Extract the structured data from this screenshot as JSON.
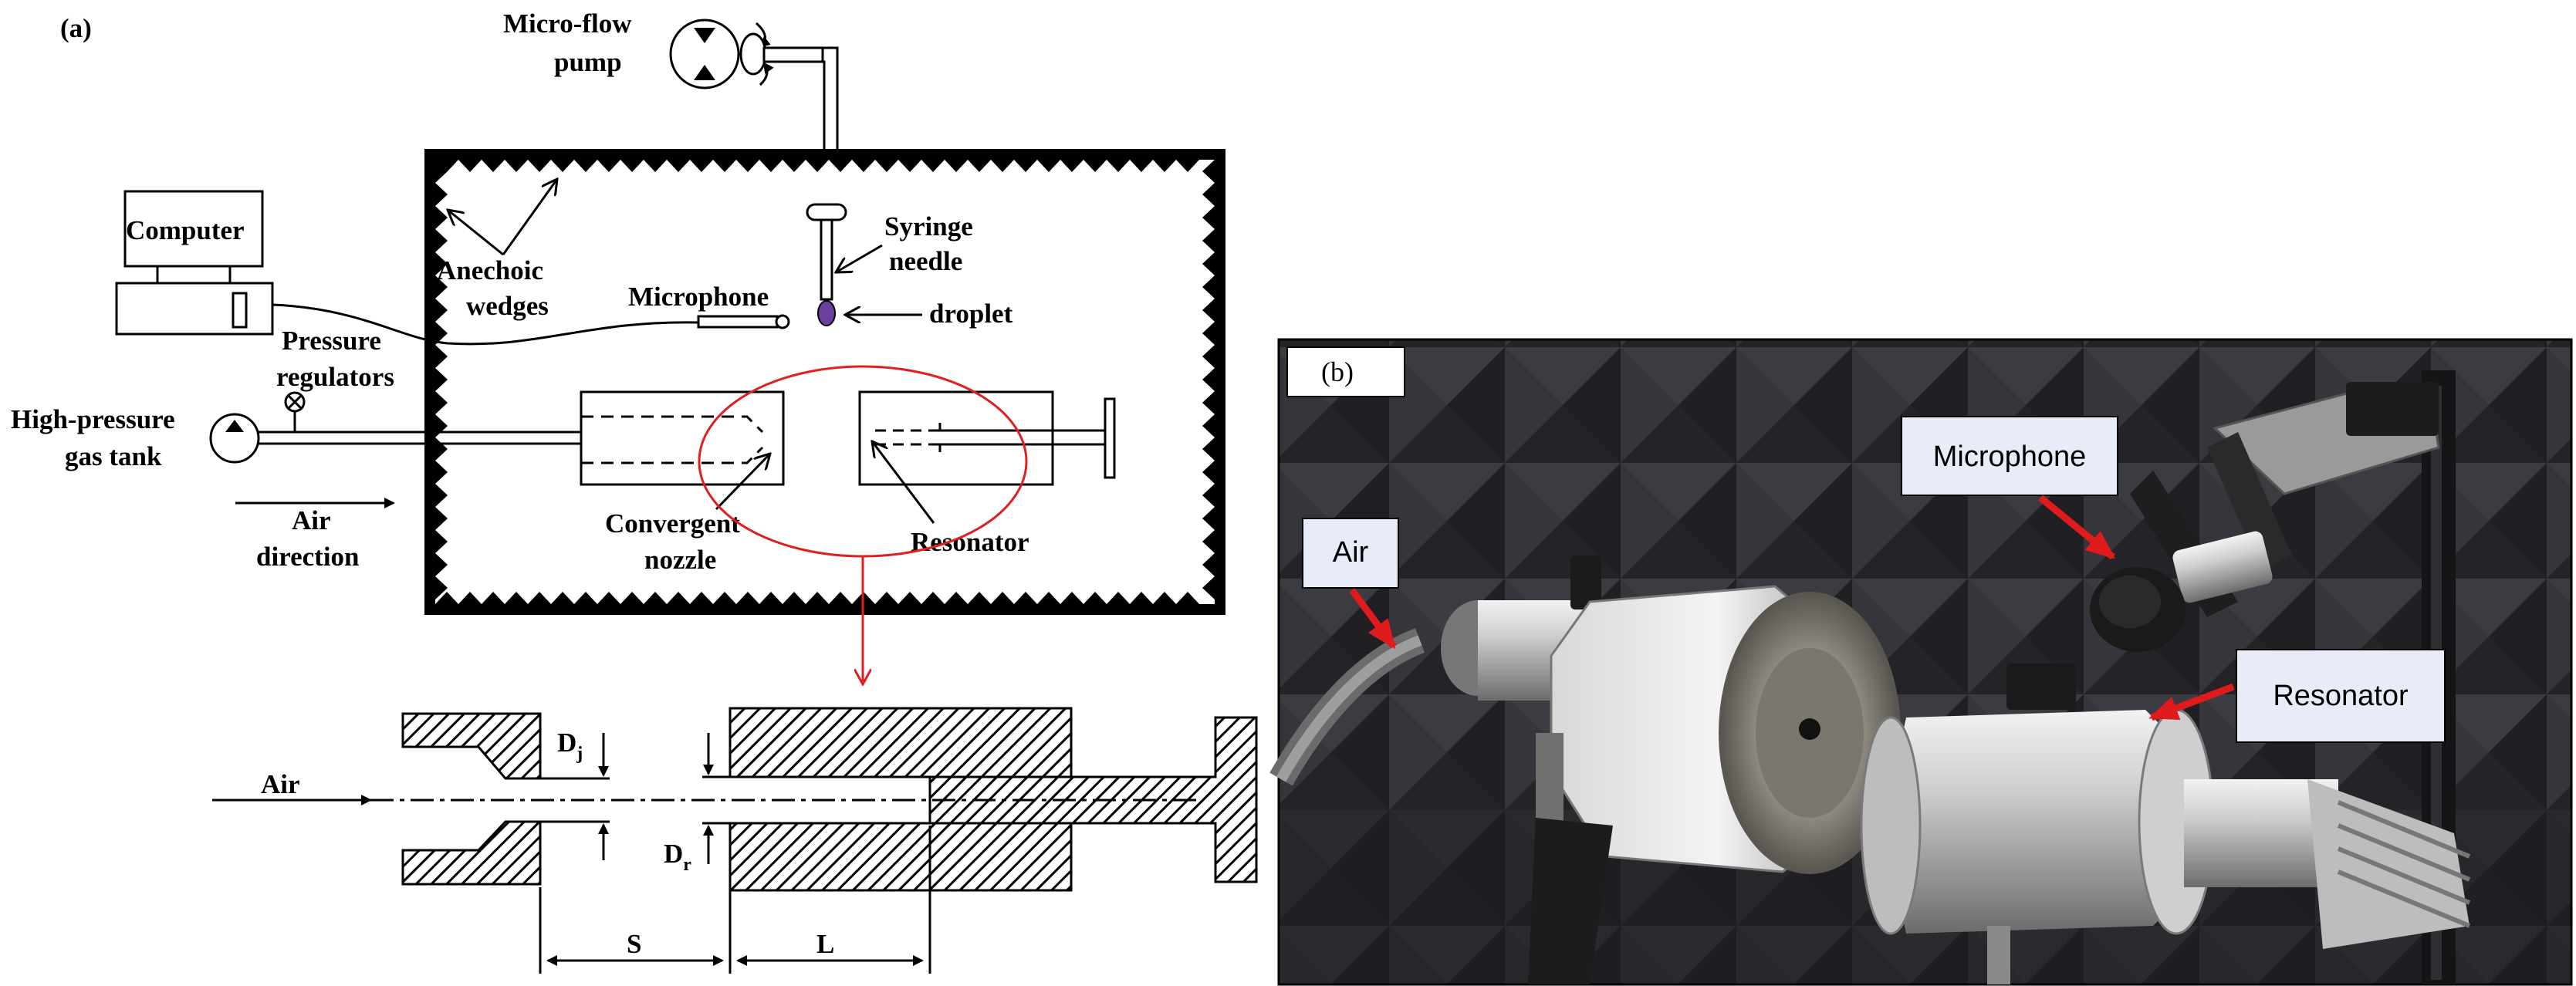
{
  "panel_a": {
    "tag": "(a)",
    "labels": {
      "micro_flow_pump": [
        "Micro-flow",
        "pump"
      ],
      "computer": "Computer",
      "syringe_needle": [
        "Syringe",
        "needle"
      ],
      "anechoic_wedges": [
        "Anechoic",
        "wedges"
      ],
      "microphone": "Microphone",
      "droplet": "droplet",
      "pressure_regulators": [
        "Pressure",
        "regulators"
      ],
      "high_pressure_gas_tank": [
        "High-pressure",
        "gas tank"
      ],
      "air_direction": [
        "Air",
        "direction"
      ],
      "convergent_nozzle": [
        "Convergent",
        "nozzle"
      ],
      "resonator": "Resonator"
    },
    "detail": {
      "air": "Air",
      "dj": "D",
      "dj_sub": "j",
      "dr": "D",
      "dr_sub": "r",
      "s": "S",
      "l": "L"
    }
  },
  "panel_b": {
    "tag": "(b)",
    "callouts": {
      "air": "Air",
      "microphone": "Microphone",
      "resonator": "Resonator"
    },
    "colors": {
      "arrow": "#e01b1b",
      "callout_bg": "#e8ecf8",
      "room": "#2a2a2e"
    }
  },
  "colors": {
    "ellipse": "#e02020",
    "droplet": "#6b3fa0"
  }
}
